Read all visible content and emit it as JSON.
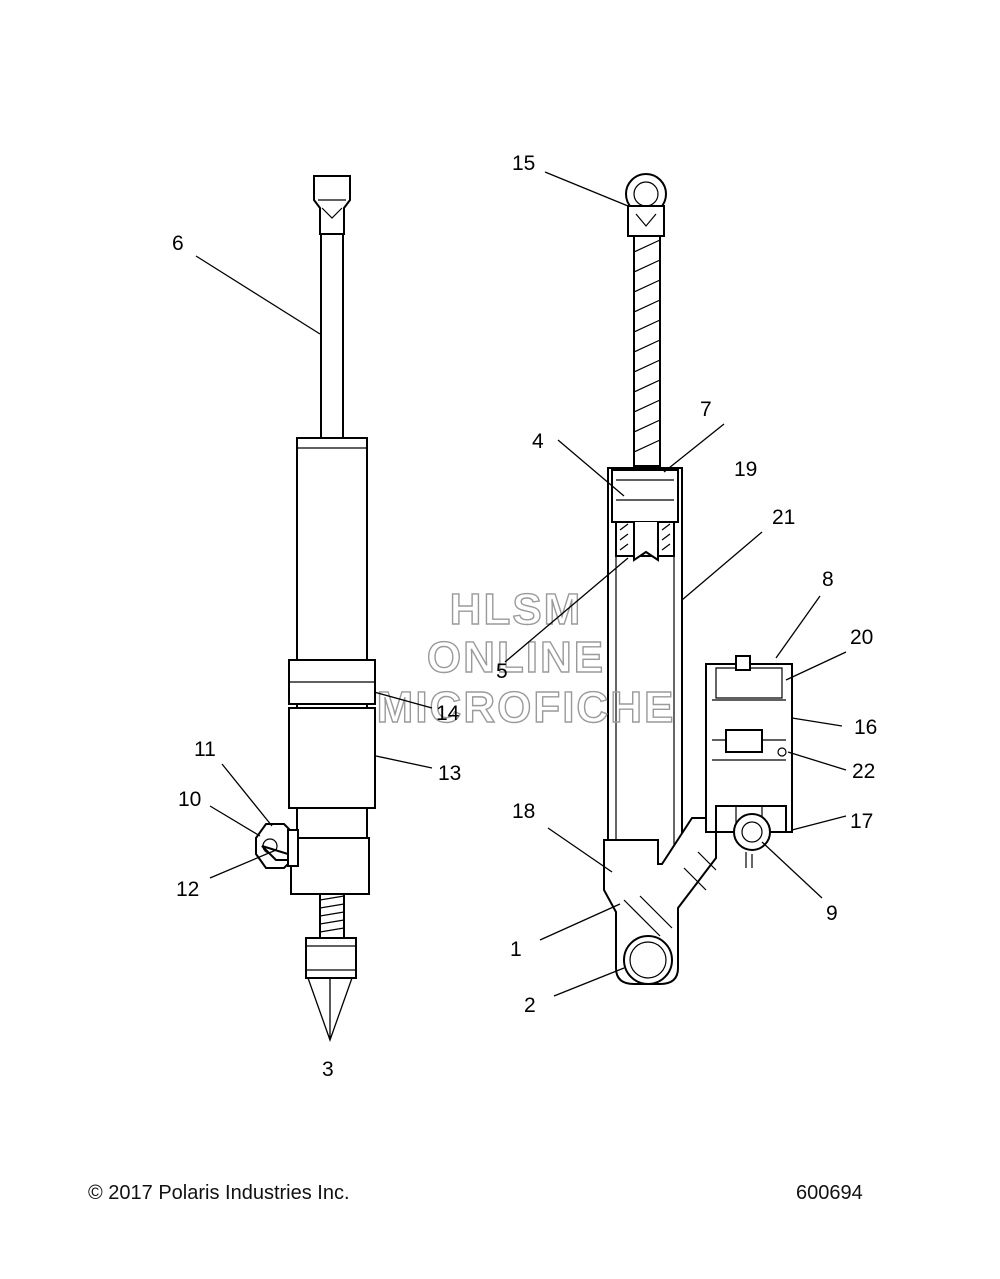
{
  "watermark": {
    "line1": "HLSM",
    "line2": "ONLINE",
    "line3": "MICROFICHE"
  },
  "callouts": {
    "c1": "1",
    "c2": "2",
    "c3": "3",
    "c4": "4",
    "c5": "5",
    "c6": "6",
    "c7": "7",
    "c8": "8",
    "c9": "9",
    "c10": "10",
    "c11": "11",
    "c12": "12",
    "c13": "13",
    "c14": "14",
    "c15": "15",
    "c16": "16",
    "c17": "17",
    "c18": "18",
    "c19": "19",
    "c20": "20",
    "c21": "21",
    "c22": "22"
  },
  "footer": {
    "copyright": "© 2017 Polaris Industries Inc.",
    "figure_number": "600694"
  }
}
